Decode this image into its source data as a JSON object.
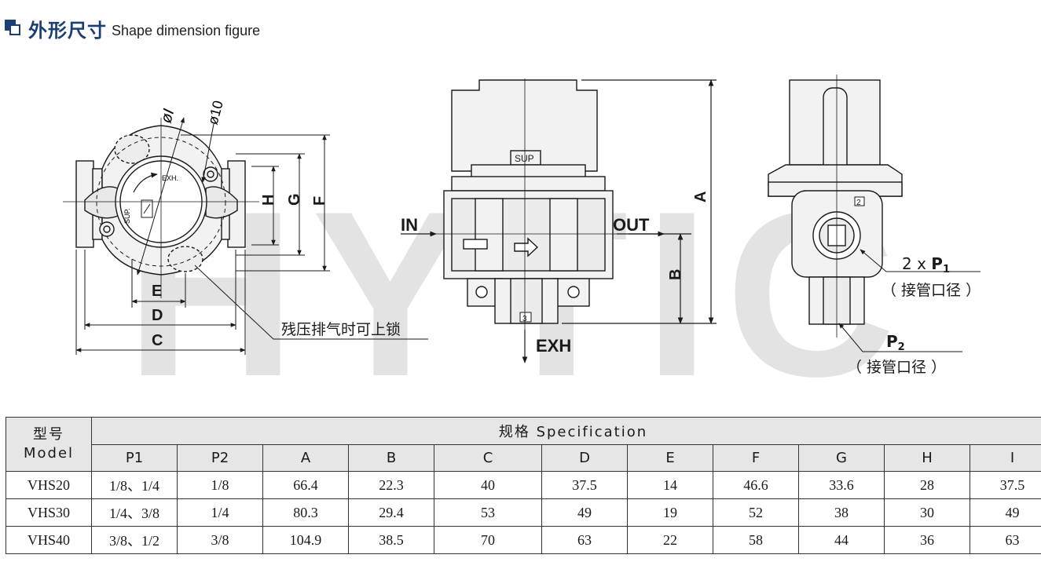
{
  "header": {
    "title_cn": "外形尺寸",
    "title_en": "Shape dimension figure"
  },
  "watermark": "HYTIC",
  "diagram": {
    "dims_left": [
      "øI",
      "ø10",
      "H",
      "G",
      "F",
      "E",
      "D",
      "C"
    ],
    "label_exhaust_lock": "残压排气时可上锁",
    "front_in": "IN",
    "front_out": "OUT",
    "front_exh": "EXH",
    "front_sup": "SUP",
    "port_3": "3",
    "port_2": "2",
    "dim_a": "A",
    "dim_b": "B",
    "gauge_exh": "EXH.",
    "gauge_sup": "SUP.",
    "side_p1_prefix": "2 x ",
    "side_p1": "P",
    "side_p1_sub": "1",
    "side_p2": "P",
    "side_p2_sub": "2",
    "side_pipe_note": "（ 接管口径 ）",
    "side_pipe_note2": "（  接管口径  ）"
  },
  "table": {
    "model_cn": "型号",
    "model_en": "Model",
    "spec_header": "规格 Specification",
    "columns": [
      "P1",
      "P2",
      "A",
      "B",
      "C",
      "D",
      "E",
      "F",
      "G",
      "H",
      "I"
    ],
    "rows": [
      {
        "model": "VHS20",
        "values": [
          "1/8、1/4",
          "1/8",
          "66.4",
          "22.3",
          "40",
          "37.5",
          "14",
          "46.6",
          "33.6",
          "28",
          "37.5"
        ]
      },
      {
        "model": "VHS30",
        "values": [
          "1/4、3/8",
          "1/4",
          "80.3",
          "29.4",
          "53",
          "49",
          "19",
          "52",
          "38",
          "30",
          "49"
        ]
      },
      {
        "model": "VHS40",
        "values": [
          "3/8、1/2",
          "3/8",
          "104.9",
          "38.5",
          "70",
          "63",
          "22",
          "58",
          "44",
          "36",
          "63"
        ]
      }
    ]
  },
  "colors": {
    "accent": "#1c3f73",
    "line": "#1a1a1a",
    "body_fill": "#f2f2f2",
    "watermark": "#e0e0e0",
    "table_header": "#e6e6e6"
  }
}
